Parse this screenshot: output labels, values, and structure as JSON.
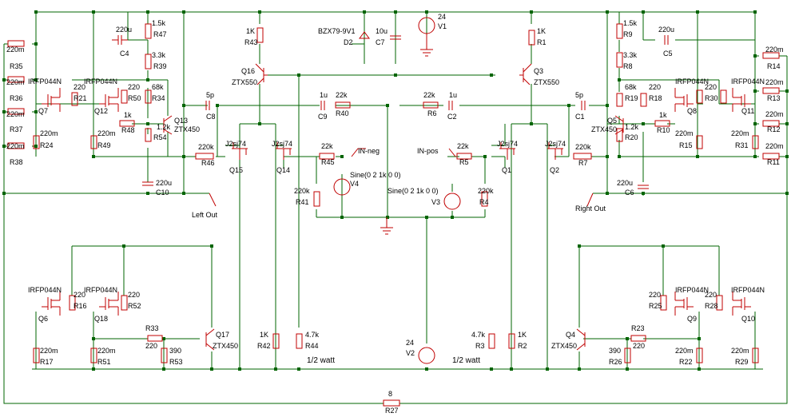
{
  "labels": {
    "left_top": {
      "r35": "R35",
      "r35v": "220m",
      "r36": "R36",
      "r36v": "220m",
      "r37": "R37",
      "r37v": "220m",
      "r38": "R38",
      "r38v": "220m",
      "r24": "R24",
      "r24v": "220m",
      "r49": "R49",
      "r49v": "220m",
      "q7": "Q7",
      "q7t": "IRFP044N",
      "q12": "Q12",
      "q12t": "IRFP044N",
      "r21": "R21",
      "r21v": "220",
      "r50": "R50",
      "r50v": "220",
      "r34": "R34",
      "r34v": "68k",
      "r48": "R48",
      "r48v": "1k",
      "r54": "R54",
      "r54v": "1.2k",
      "q13": "Q13",
      "q13t": "ZTX450",
      "c4": "C4",
      "c4v": "220u",
      "r47": "R47",
      "r47v": "1.5k",
      "r39": "R39",
      "r39v": "3.3k",
      "c10": "C10",
      "c10v": "220u",
      "c8": "C8",
      "c8v": "5p",
      "r46": "R46",
      "r46v": "220k",
      "q15": "Q15",
      "q15t": "J2sj74",
      "q14": "Q14",
      "q14t": "J2sj74",
      "r43": "R43",
      "r43v": "1K",
      "q16": "Q16",
      "q16t": "ZTX550",
      "left_out": "Left Out"
    },
    "center": {
      "d2": "D2",
      "d2v": "BZX79-9V1",
      "c7": "C7",
      "c7v": "10u",
      "v1": "V1",
      "v1v": "24",
      "c9": "C9",
      "c9v": "1u",
      "r40": "R40",
      "r40v": "22k",
      "r6": "R6",
      "r6v": "22k",
      "c2": "C2",
      "c2v": "1u",
      "r45": "R45",
      "r45v": "22k",
      "in_neg": "IN-neg",
      "r5": "R5",
      "r5v": "22k",
      "in_pos": "IN-pos",
      "v4": "V4",
      "v4s": "Sine(0 2 1k 0 0)",
      "v3": "V3",
      "v3s": "Sine(0 2 1k 0 0)",
      "r41": "R41",
      "r41v": "220k",
      "r4": "R4",
      "r4v": "220k",
      "r42": "R42",
      "r42v": "1K",
      "r44": "R44",
      "r44v": "4.7k",
      "half_watt_l": "1/2 watt",
      "v2": "V2",
      "v2v": "24",
      "r3": "R3",
      "r3v": "4.7k",
      "r2": "R2",
      "r2v": "1K",
      "half_watt_r": "1/2 watt",
      "r27": "R27",
      "r27v": "8"
    },
    "right_top": {
      "r1": "R1",
      "r1v": "1K",
      "q3": "Q3",
      "q3t": "ZTX550",
      "q1": "Q1",
      "q1t": "J2sj74",
      "q2": "Q2",
      "q2t": "J2sj74",
      "r7": "R7",
      "r7v": "220k",
      "c1": "C1",
      "c1v": "5p",
      "q5": "Q5",
      "q5t": "ZTX450",
      "r20": "R20",
      "r20v": "1.2k",
      "r19": "R19",
      "r19v": "68k",
      "r10": "R10",
      "r10v": "1k",
      "r18": "R18",
      "r18v": "220",
      "r9": "R9",
      "r9v": "1.5k",
      "r8": "R8",
      "r8v": "3.3k",
      "c5": "C5",
      "c5v": "220u",
      "c6": "C6",
      "c6v": "220u",
      "right_out": "Right Out",
      "q8": "Q8",
      "q8t": "IRFP044N",
      "r30": "R30",
      "r30v": "220",
      "q11": "Q11",
      "q11t": "IRFP044N",
      "r15": "R15",
      "r15v": "220m",
      "r31": "R31",
      "r31v": "220m",
      "r14": "R14",
      "r14v": "220m",
      "r13": "R13",
      "r13v": "220m",
      "r12": "R12",
      "r12v": "220m",
      "r11": "R11",
      "r11v": "220m"
    },
    "left_bottom": {
      "q6": "Q6",
      "q6t": "IRFP044N",
      "r16": "R16",
      "r16v": "220",
      "q18": "Q18",
      "q18t": "IRFP044N",
      "r52": "R52",
      "r52v": "220",
      "r17": "R17",
      "r17v": "220m",
      "r51": "R51",
      "r51v": "220m",
      "r33": "R33",
      "r33v": "220",
      "r53": "R53",
      "r53v": "390",
      "q17": "Q17",
      "q17t": "ZTX450"
    },
    "right_bottom": {
      "q4": "Q4",
      "q4t": "ZTX450",
      "r23": "R23",
      "r23v": "220",
      "r26": "R26",
      "r26v": "390",
      "r25": "R25",
      "r25v": "220",
      "q9": "Q9",
      "q9t": "IRFP044N",
      "r28": "R28",
      "r28v": "220",
      "q10": "Q10",
      "q10t": "IRFP044N",
      "r22": "R22",
      "r22v": "220m",
      "r29": "R29",
      "r29v": "220m"
    }
  }
}
